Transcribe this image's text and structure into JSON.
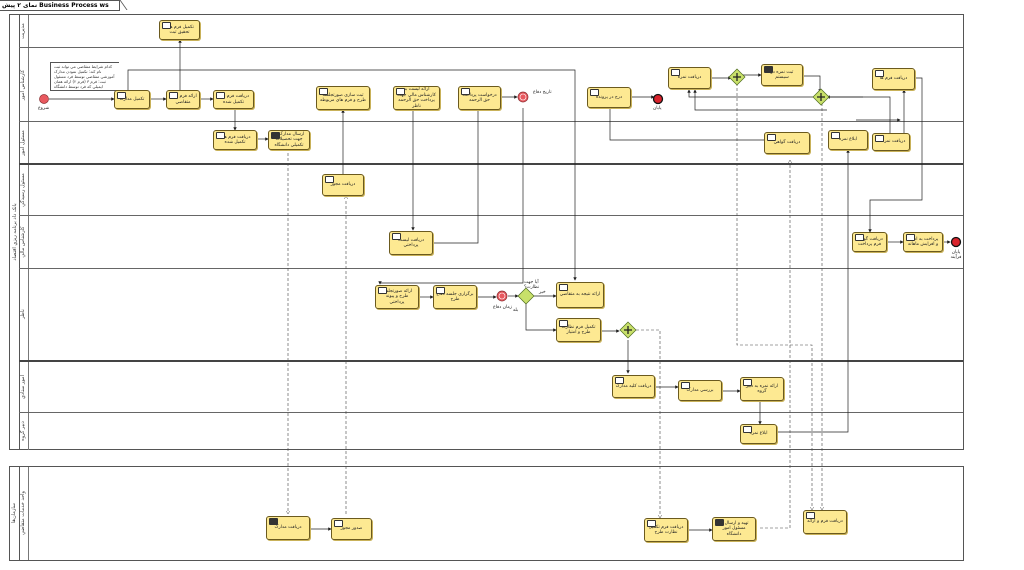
{
  "tab_title": "نمای ۲ پیش Business Process ws",
  "pools": [
    {
      "name": "بانک داد برنامه ريزي اقتصاد"
    },
    {
      "name": "سازمان‌ها"
    }
  ],
  "lanes": [
    {
      "name": "مديريت"
    },
    {
      "name": "کارشناس امور"
    },
    {
      "name": "مسئول امور"
    },
    {
      "name": "مسئول رسيدگي"
    },
    {
      "name": "کارشناس مالي"
    },
    {
      "name": "ناظر"
    },
    {
      "name": "امور ستادي"
    },
    {
      "name": "دبير گروه"
    },
    {
      "name": "واحد خدمات متقاضي"
    }
  ],
  "tasks": {
    "t_mgmt": "تکميل فرم ها و تحقيق ثبت",
    "t_receive_docs": "تکميل مدارک",
    "t_register": "ارائه فرم ها به متقاضي",
    "t_receive_form": "دريافت فرم هاي تکميل شده",
    "t_review_form": "دريافت فرم هاي تکميل شده",
    "t_send_req": "ارسال مدارک به جهت تحصيلات تکميلي دانشگاه",
    "t_plan": "ثبت سازي صورتجلسه طرح و فرم هاي مربوطه",
    "t_finance": "ارائه ليست به کارشناس مالي جهت پرداخت حق الزحمه ناظر",
    "t_request_pay": "درخواست پرداخت حق الزحمه",
    "t_archive": "درج در پرونده",
    "t_receive_fin": "دريافت مجوز",
    "t_paylist": "دريافت ليست پرداختي",
    "t_minutes": "ارائه صورتجلسه طرح و پيوند پرداختي",
    "t_meeting": "برگزاري جلسه دفاع طرح",
    "t_results": "ارائه نتيجه به متقاضي",
    "t_fill_score": "تکميل فرم نظارت طرح و امتياز",
    "t_grade": "دريافت نمره",
    "t_final": "ثبت نمره در سيستم",
    "t_teacher": "دريافت فرم ها",
    "t_calc": "ابلاغ نمره",
    "t_score_rec": "دريافت نمره ها",
    "t_cert": "دريافت گواهي",
    "t_cert2": "دريافت گواهي فرم پرداخت",
    "t_pay_final": "پرداخت به اسناد و افزايش ماهانه",
    "t_staff_docs": "دريافت کليه مدارک",
    "t_staff_review": "بررسي مدارک",
    "t_staff_send": "ارائه نمره به دبير گروه",
    "t_group": "ابلاغ نمره",
    "t_svc_docs": "دريافت مدارک",
    "t_svc_permit": "صدور مجوز",
    "t_svc_form": "دريافت فرم تکميل نظارت طرح",
    "t_svc_send": "تهيه و ارسال به مسئول امور دانشگاه",
    "t_svc_final": "دريافت فرم و ارائه"
  },
  "labels": {
    "start": "شروع",
    "end1": "پايان",
    "end2": "پايان فرآيند",
    "timer1": "تاريخ دفاع",
    "timer2": "زمان دفاع",
    "gw_question": "آيا جهت نظارت؟",
    "yes": "بله",
    "no": "خير",
    "note": "کدام شرايط متقاضي مي تواند ثبت نام کند: تکميل نمودن مدارک آموزشي متقاضي توسط فرد مسئول ثبت: فرم ۳ (فرم ۲) ارائه همان ايميلي که فرد توسط دانشگاه"
  },
  "colors": {
    "task_fill": "#fde992",
    "start": "#e8595f",
    "gateway": "#c8e06a"
  }
}
